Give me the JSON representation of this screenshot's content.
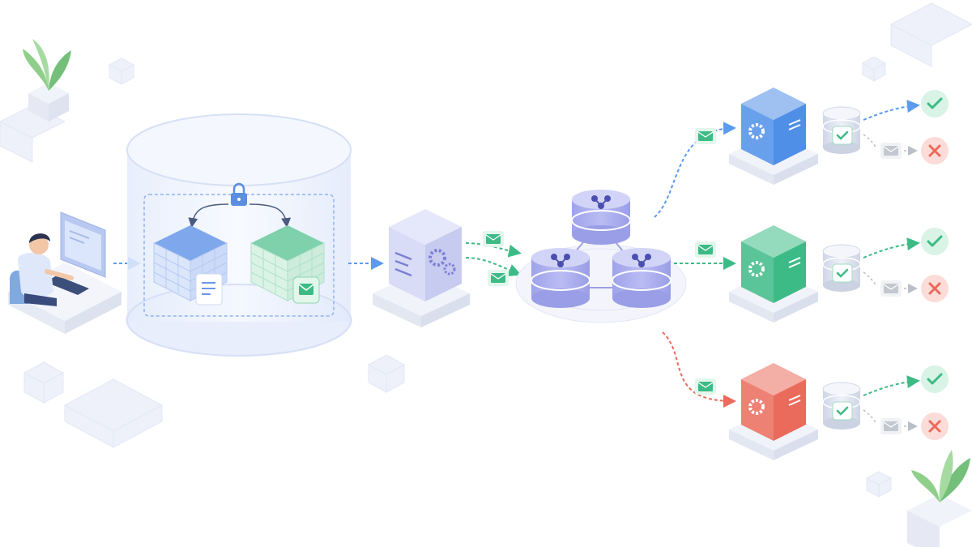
{
  "diagram": {
    "style": "isometric-illustration",
    "flow": "left-to-right",
    "colors": {
      "background": "#ffffff",
      "accent_blue": "#4f8fe8",
      "accent_green": "#3dbb86",
      "accent_red": "#ea6b5c",
      "accent_purple": "#7b7fd6",
      "neutral_gray": "#b9bec8"
    },
    "nodes": [
      {
        "id": "user",
        "icon": "developer-at-desk-icon"
      },
      {
        "id": "database",
        "icon": "cylinder-container",
        "contains": [
          "outbox-table",
          "business-table",
          "lock-icon",
          "document-icon",
          "envelope-check-icon"
        ]
      },
      {
        "id": "relay",
        "icon": "server-gear-icon"
      },
      {
        "id": "broker",
        "icon": "message-broker-cluster-icon",
        "count": 3
      },
      {
        "id": "consumer-blue",
        "icon": "service-cube-gear-icon",
        "color": "#4f8fe8"
      },
      {
        "id": "consumer-green",
        "icon": "service-cube-gear-icon",
        "color": "#3dbb86"
      },
      {
        "id": "consumer-red",
        "icon": "service-cube-gear-icon",
        "color": "#ea6b5c"
      }
    ],
    "outcomes": [
      {
        "consumer": "consumer-blue",
        "success_icon": "check-circle-icon",
        "failure_icon": "x-circle-icon"
      },
      {
        "consumer": "consumer-green",
        "success_icon": "check-circle-icon",
        "failure_icon": "x-circle-icon"
      },
      {
        "consumer": "consumer-red",
        "success_icon": "check-circle-icon",
        "failure_icon": "x-circle-icon"
      }
    ]
  }
}
